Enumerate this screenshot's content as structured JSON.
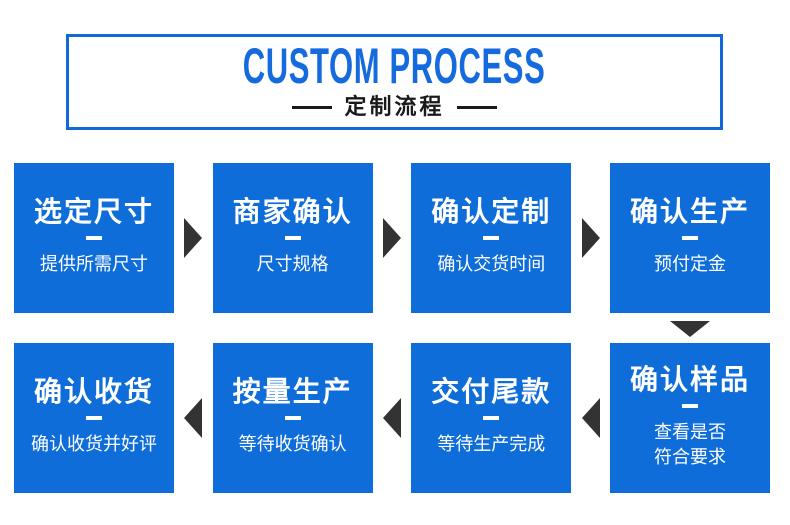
{
  "header": {
    "title_en": "CUSTOM PROCESS",
    "title_zh": "定制流程"
  },
  "colors": {
    "primary_blue": "#0e6dd9",
    "header_border_blue": "#1268d8",
    "title_blue": "#156bdd",
    "arrow_dark": "#333333",
    "text_dark": "#1a1a1a",
    "box_text": "#ffffff"
  },
  "steps": [
    {
      "title": "选定尺寸",
      "subtitle": "提供所需尺寸"
    },
    {
      "title": "商家确认",
      "subtitle": "尺寸规格"
    },
    {
      "title": "确认定制",
      "subtitle": "确认交货时间"
    },
    {
      "title": "确认生产",
      "subtitle": "预付定金"
    },
    {
      "title": "确认样品",
      "subtitle": "查看是否",
      "subtitle2": "符合要求"
    },
    {
      "title": "交付尾款",
      "subtitle": "等待生产完成"
    },
    {
      "title": "按量生产",
      "subtitle": "等待收货确认"
    },
    {
      "title": "确认收货",
      "subtitle": "确认收货并好评"
    }
  ]
}
